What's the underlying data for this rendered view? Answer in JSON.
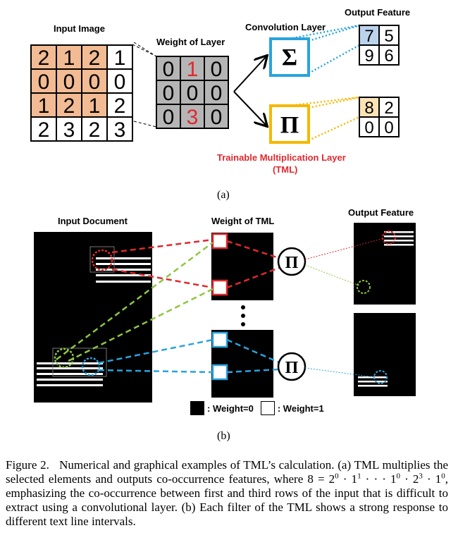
{
  "panel_a": {
    "input_image_label": "Input Image",
    "input_grid": [
      [
        "2",
        "1",
        "2",
        "1"
      ],
      [
        "0",
        "0",
        "0",
        "0"
      ],
      [
        "1",
        "2",
        "1",
        "2"
      ],
      [
        "2",
        "3",
        "2",
        "3"
      ]
    ],
    "weight_label": "Weight of Layer",
    "weight_grid": [
      [
        "0",
        "1",
        "0"
      ],
      [
        "0",
        "0",
        "0"
      ],
      [
        "0",
        "3",
        "0"
      ]
    ],
    "conv_label": "Convolution Layer",
    "sum_symbol": "Σ",
    "prod_symbol": "Π",
    "output_label": "Output Feature",
    "conv_output": [
      [
        "7",
        "5"
      ],
      [
        "9",
        "6"
      ]
    ],
    "tml_output": [
      [
        "8",
        "2"
      ],
      [
        "0",
        "0"
      ]
    ],
    "tml_label_line1": "Trainable Multiplication Layer",
    "tml_label_line2": "(TML)",
    "colors": {
      "orange_cell": "#f2bb93",
      "blue": "#29a3dd",
      "yellow": "#f5b800",
      "red": "#e0282e",
      "gray_cell": "#b5b5b5",
      "light_blue_cell": "#bcd3ee",
      "light_yellow_cell": "#fbe3b5"
    },
    "caption_label": "(a)"
  },
  "panel_b": {
    "input_doc_label": "Input Document",
    "weight_label": "Weight of TML",
    "output_label": "Output Feature",
    "prod_symbol": "Π",
    "legend_zero": ": Weight=0",
    "legend_one": ": Weight=1",
    "colors": {
      "red": "#e0282e",
      "green": "#8fc640",
      "blue": "#29a3dd"
    },
    "caption_label": "(b)"
  },
  "caption": {
    "prefix": "Figure 2.",
    "part1": "Numerical and graphical examples of TML’s calculation. (a) TML multiplies the selected elements and outputs co-occurrence features, where 8 = 2",
    "sup1": "0",
    "part2": " · 1",
    "sup2": "1",
    "part3": " · · · 1",
    "sup3": "0",
    "part4": " · 2",
    "sup4": "3",
    "part5": " · 1",
    "sup5": "0",
    "part6": ", emphasizing the co-occurrence between first and third rows of the input that is difficult to extract using a convolutional layer. (b) Each filter of the TML shows a strong response to different text line intervals."
  }
}
